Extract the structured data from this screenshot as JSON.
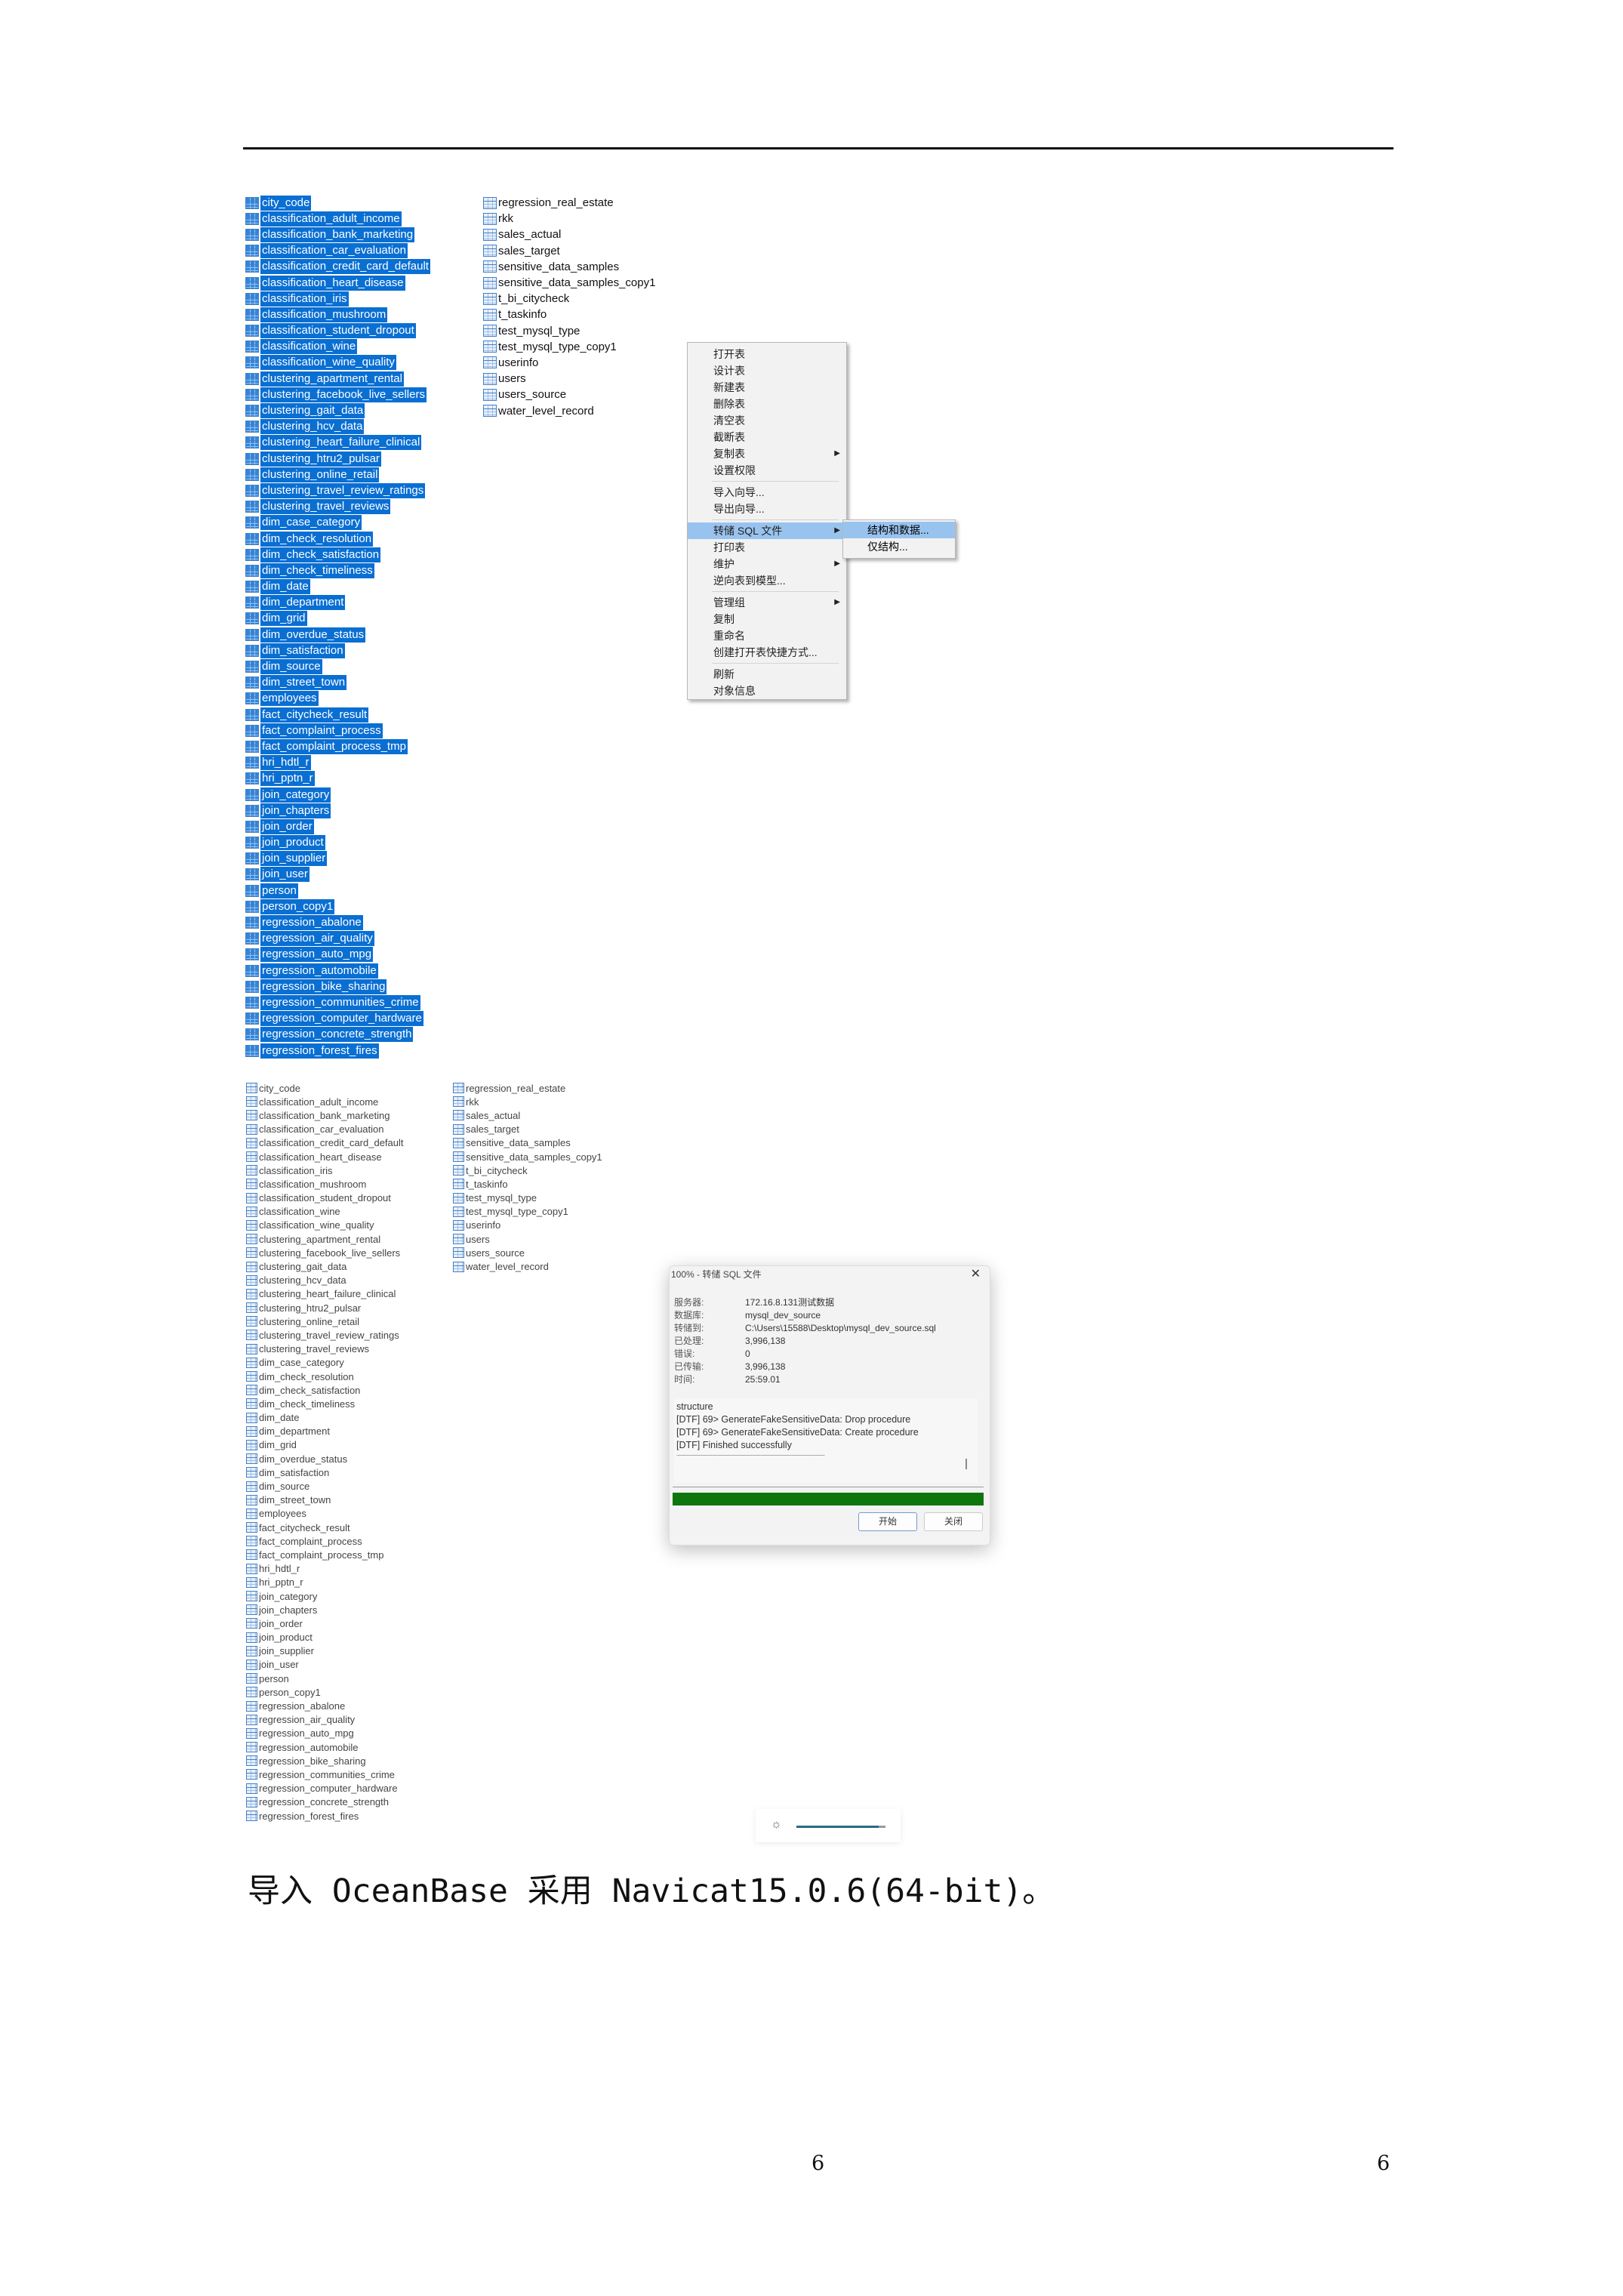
{
  "tables_left": [
    "city_code",
    "classification_adult_income",
    "classification_bank_marketing",
    "classification_car_evaluation",
    "classification_credit_card_default",
    "classification_heart_disease",
    "classification_iris",
    "classification_mushroom",
    "classification_student_dropout",
    "classification_wine",
    "classification_wine_quality",
    "clustering_apartment_rental",
    "clustering_facebook_live_sellers",
    "clustering_gait_data",
    "clustering_hcv_data",
    "clustering_heart_failure_clinical",
    "clustering_htru2_pulsar",
    "clustering_online_retail",
    "clustering_travel_review_ratings",
    "clustering_travel_reviews",
    "dim_case_category",
    "dim_check_resolution",
    "dim_check_satisfaction",
    "dim_check_timeliness",
    "dim_date",
    "dim_department",
    "dim_grid",
    "dim_overdue_status",
    "dim_satisfaction",
    "dim_source",
    "dim_street_town",
    "employees",
    "fact_citycheck_result",
    "fact_complaint_process",
    "fact_complaint_process_tmp",
    "hri_hdtl_r",
    "hri_pptn_r",
    "join_category",
    "join_chapters",
    "join_order",
    "join_product",
    "join_supplier",
    "join_user",
    "person",
    "person_copy1",
    "regression_abalone",
    "regression_air_quality",
    "regression_auto_mpg",
    "regression_automobile",
    "regression_bike_sharing",
    "regression_communities_crime",
    "regression_computer_hardware",
    "regression_concrete_strength",
    "regression_forest_fires"
  ],
  "tables_right": [
    "regression_real_estate",
    "rkk",
    "sales_actual",
    "sales_target",
    "sensitive_data_samples",
    "sensitive_data_samples_copy1",
    "t_bi_citycheck",
    "t_taskinfo",
    "test_mysql_type",
    "test_mysql_type_copy1",
    "userinfo",
    "users",
    "users_source",
    "water_level_record"
  ],
  "context_menu": {
    "groups": [
      [
        {
          "label": "打开表"
        },
        {
          "label": "设计表"
        },
        {
          "label": "新建表"
        },
        {
          "label": "删除表"
        },
        {
          "label": "清空表"
        },
        {
          "label": "截断表"
        },
        {
          "label": "复制表",
          "submenu": true
        },
        {
          "label": "设置权限"
        }
      ],
      [
        {
          "label": "导入向导..."
        },
        {
          "label": "导出向导..."
        }
      ],
      [
        {
          "label": "转储 SQL 文件",
          "submenu": true,
          "highlighted": true
        },
        {
          "label": "打印表"
        },
        {
          "label": "维护",
          "submenu": true
        },
        {
          "label": "逆向表到模型..."
        }
      ],
      [
        {
          "label": "管理组",
          "submenu": true
        },
        {
          "label": "复制"
        },
        {
          "label": "重命名"
        },
        {
          "label": "创建打开表快捷方式..."
        }
      ],
      [
        {
          "label": "刷新"
        },
        {
          "label": "对象信息"
        }
      ]
    ],
    "submenu": [
      {
        "label": "结构和数据...",
        "highlighted": true
      },
      {
        "label": "仅结构..."
      }
    ]
  },
  "dialog": {
    "title": "100% - 转储 SQL 文件",
    "fields": [
      {
        "label": "服务器:",
        "value": "172.16.8.131测试数据"
      },
      {
        "label": "数据库:",
        "value": "mysql_dev_source"
      },
      {
        "label": "转储到:",
        "value": "C:\\Users\\15588\\Desktop\\mysql_dev_source.sql"
      },
      {
        "label": "已处理:",
        "value": "3,996,138"
      },
      {
        "label": "错误:",
        "value": "0"
      },
      {
        "label": "已传输:",
        "value": "3,996,138"
      },
      {
        "label": "时间:",
        "value": "25:59.01"
      }
    ],
    "log": [
      "structure",
      "[DTF] 69> GenerateFakeSensitiveData: Drop procedure",
      "[DTF] 69> GenerateFakeSensitiveData: Create procedure",
      "[DTF] Finished successfully",
      "--------------------------------------------------------------"
    ],
    "progress_percent": 100,
    "progress_color": "#0f760f",
    "start_label": "开始",
    "close_label": "关闭"
  },
  "brightness": {
    "icon": "sun-icon",
    "level_percent": 92
  },
  "caption": "导入 OceanBase 采用 Navicat15.0.6(64-bit)。",
  "page_numbers": [
    "6",
    "6"
  ],
  "colors": {
    "selection": "#0a6fd3",
    "menu_highlight": "#99c3ef"
  }
}
